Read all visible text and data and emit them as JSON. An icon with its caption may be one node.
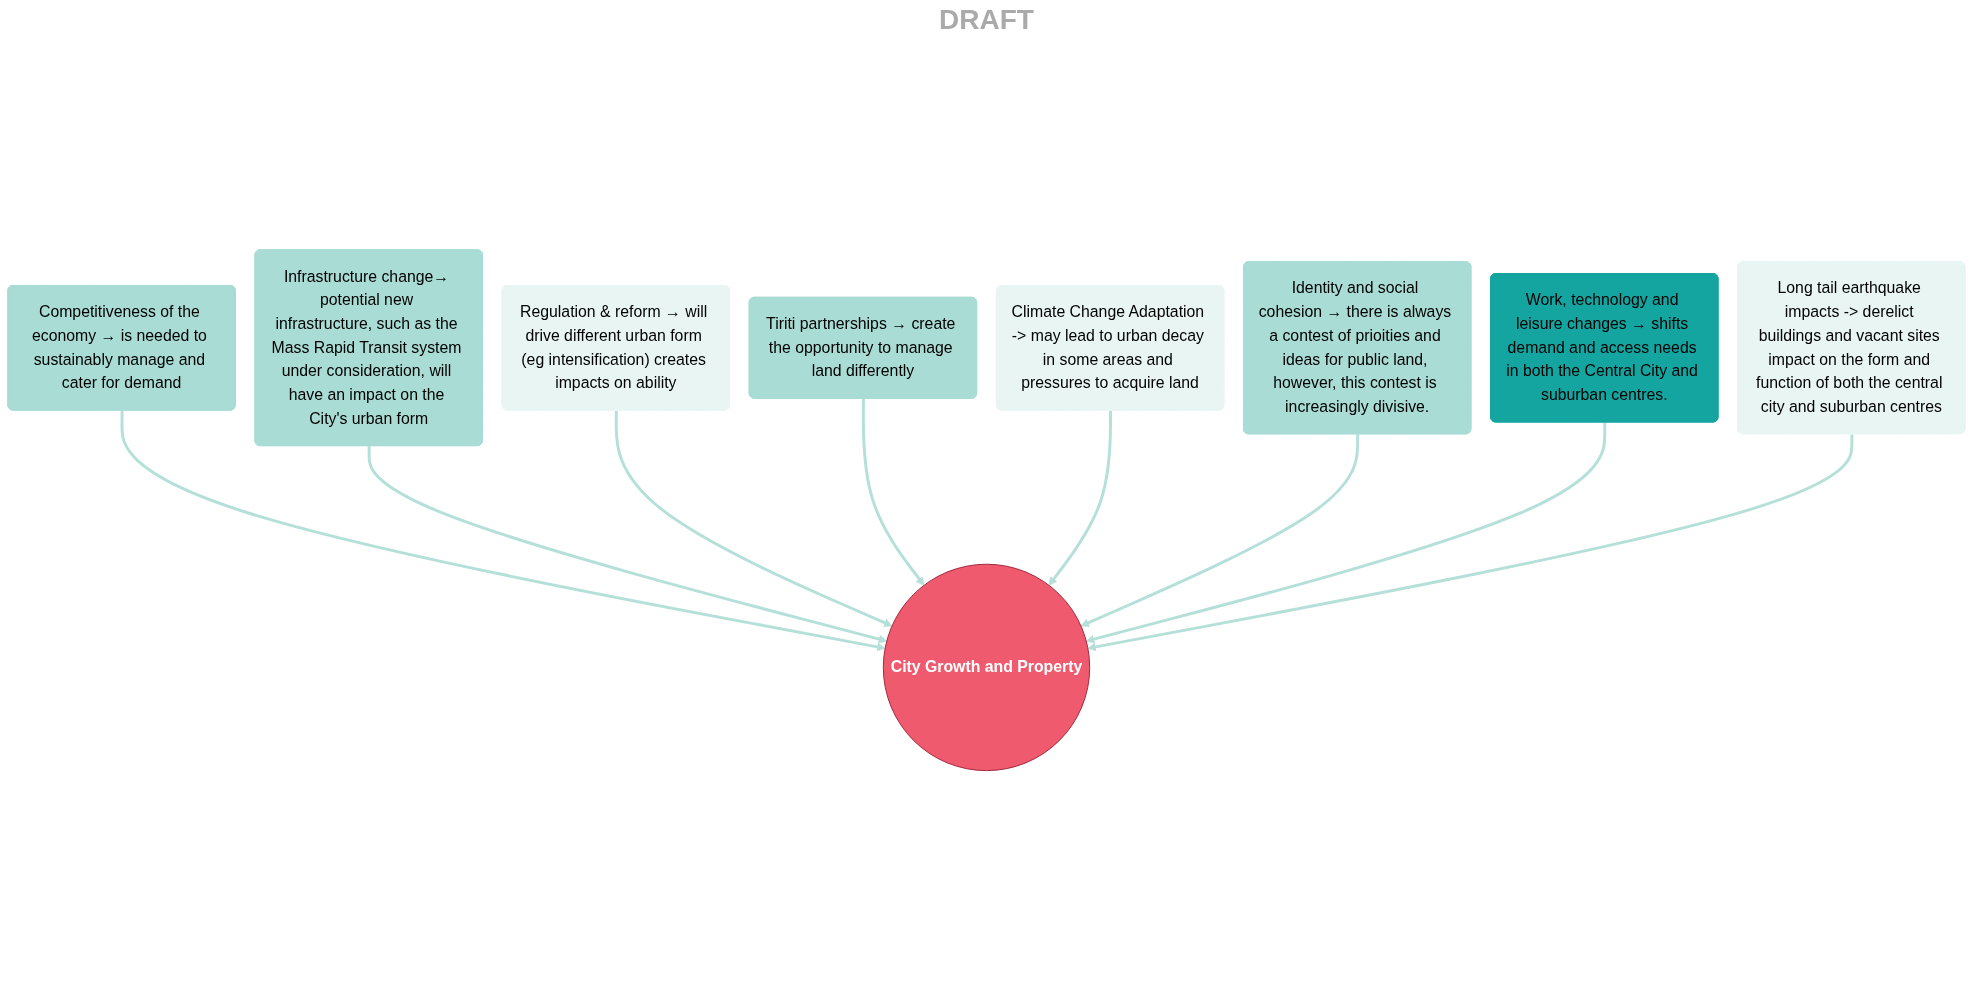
{
  "diagram": {
    "nodes": [
      {
        "text": [
          "Competitiveness of the economy → is needed to sustainably manage and cater for demand"
        ]
      },
      {
        "text": [
          "Infrastructure change→ potential new infrastructure, such as the Mass Rapid Transit system under consideration, will have an impact on the City's urban form"
        ]
      },
      {
        "text": [
          "Regulation & reform → will drive different urban form (eg intensification) creates impacts on ability"
        ]
      },
      {
        "text": [
          "Tiriti partnerships → create the opportunity to manage land differently"
        ]
      },
      {
        "text": [
          "Climate Change Adaptation -> may lead to urban decay in some areas and pressures to acquire land"
        ]
      },
      {
        "text": [
          "Identity and social cohesion → there is always a contest of prioities and ideas for public land, however, this contest is increasingly divisive."
        ]
      },
      {
        "text": [
          "Work, technology and leisure changes → shifts demand and access needs in both the Central City and suburban centres."
        ]
      },
      {
        "text": [
          "City Growth and Property"
        ]
      },
      {
        "text": [
          "Long tail earthquake impacts -> derelict buildings and vacant sites impact on the form and function of both the central city and suburban centres"
        ]
      }
    ],
    "edges": [
      {
        "from": 0,
        "to": 7,
        "arrow": "to"
      },
      {
        "from": 1,
        "to": 7,
        "arrow": "to"
      },
      {
        "from": 2,
        "to": 7,
        "arrow": "to"
      },
      {
        "from": 3,
        "to": 7,
        "arrow": "to"
      },
      {
        "from": 4,
        "to": 7,
        "arrow": "to"
      },
      {
        "from": 5,
        "to": 7,
        "arrow": "to"
      },
      {
        "from": 6,
        "to": 7,
        "arrow": "to"
      },
      {
        "from": 8,
        "to": 7,
        "arrow": "to"
      }
    ],
    "labels": [
      "DRAFT"
    ]
  }
}
